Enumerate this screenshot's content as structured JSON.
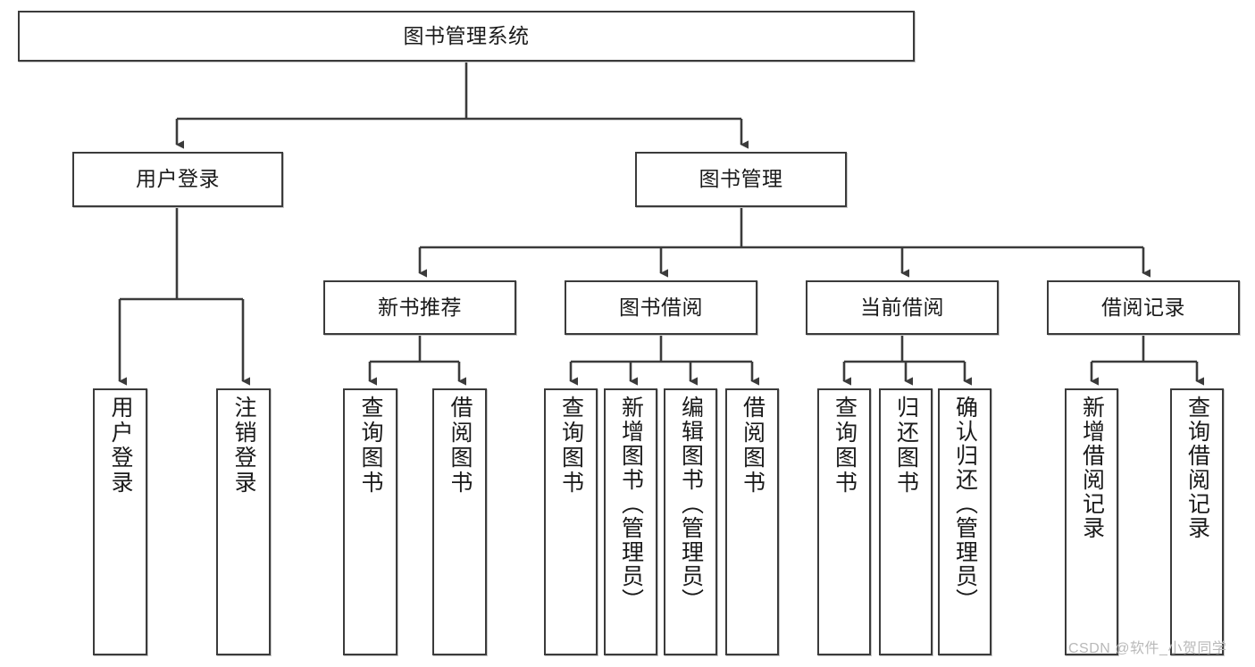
{
  "diagram": {
    "type": "tree",
    "title": "图书管理系统",
    "watermark": "CSDN @软件_小贺同学",
    "colors": {
      "box_border": "#3b3b3b",
      "box_fill": "#ffffff",
      "line": "#3b3b3b",
      "text": "#1a1a1a",
      "watermark": "#b9b9b9"
    },
    "root": {
      "label": "图书管理系统"
    },
    "level2": [
      {
        "label": "用户登录"
      },
      {
        "label": "图书管理"
      }
    ],
    "level3": [
      {
        "label": "新书推荐"
      },
      {
        "label": "图书借阅"
      },
      {
        "label": "当前借阅"
      },
      {
        "label": "借阅记录"
      }
    ],
    "leaves": {
      "user_login": [
        {
          "label": "用户登录"
        },
        {
          "label": "注销登录"
        }
      ],
      "new_book_recommend": [
        {
          "label": "查询图书"
        },
        {
          "label": "借阅图书"
        }
      ],
      "book_borrow": [
        {
          "label": "查询图书"
        },
        {
          "label": "新增图书（管理员）"
        },
        {
          "label": "编辑图书（管理员）"
        },
        {
          "label": "借阅图书"
        }
      ],
      "current_borrow": [
        {
          "label": "查询图书"
        },
        {
          "label": "归还图书"
        },
        {
          "label": "确认归还（管理员）"
        }
      ],
      "borrow_record": [
        {
          "label": "新增借阅记录"
        },
        {
          "label": "查询借阅记录"
        }
      ]
    }
  }
}
